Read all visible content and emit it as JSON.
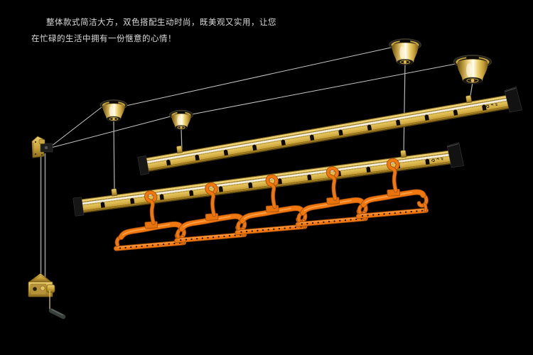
{
  "caption": {
    "line1": "整体款式简洁大方，双色搭配生动时尚，既美观又实用，让您",
    "line2": "在忙碌的生活中拥有一份惬意的心情！",
    "text_color": "#d9d9d9"
  },
  "scene": {
    "background_color": "#000000",
    "rail_gold_color": "#d2ab3f",
    "rail_stripe_color": "#f4eeda",
    "hanger_orange_color": "#f1770f",
    "cable_color": "#b5b5b5",
    "end_cap_color": "#161616",
    "rail_count": 2,
    "ceiling_mount_count": 4,
    "hanger_count": 5,
    "upper_rail_socket_count": 12,
    "lower_rail_socket_count": 12
  }
}
